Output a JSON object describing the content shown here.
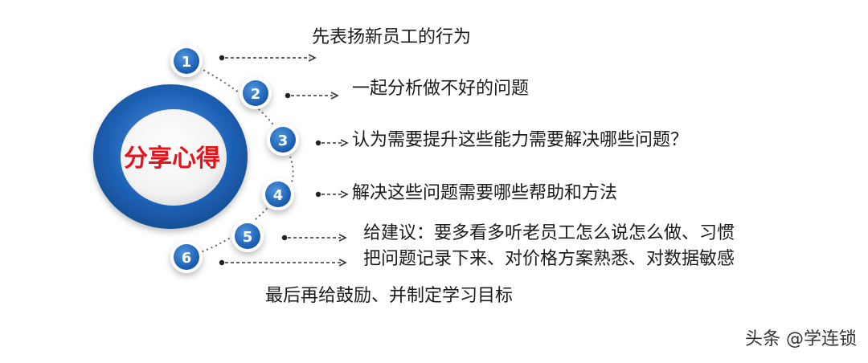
{
  "center_label": "分享心得",
  "items": [
    {
      "num": "1",
      "text": "先表扬新员工的行为"
    },
    {
      "num": "2",
      "text": "一起分析做不好的问题"
    },
    {
      "num": "3",
      "text": "认为需要提升这些能力需要解决哪些问题？"
    },
    {
      "num": "4",
      "text": "解决这些问题需要哪些帮助和方法"
    },
    {
      "num": "5",
      "text": "给建议：要多看多听老员工怎么说怎么做、习惯"
    },
    {
      "num": "6",
      "text": "把问题记录下来、对价格方案熟悉、对数据敏感"
    }
  ],
  "footer_text": "最后再给鼓励、并制定学习目标",
  "watermark": "头条 @学连锁",
  "colors": {
    "ring": "#1a5fb4",
    "ring_light": "#3d86d6",
    "badge": "#1e6fc8",
    "center_text": "#e4141b",
    "connector": "#333333"
  }
}
